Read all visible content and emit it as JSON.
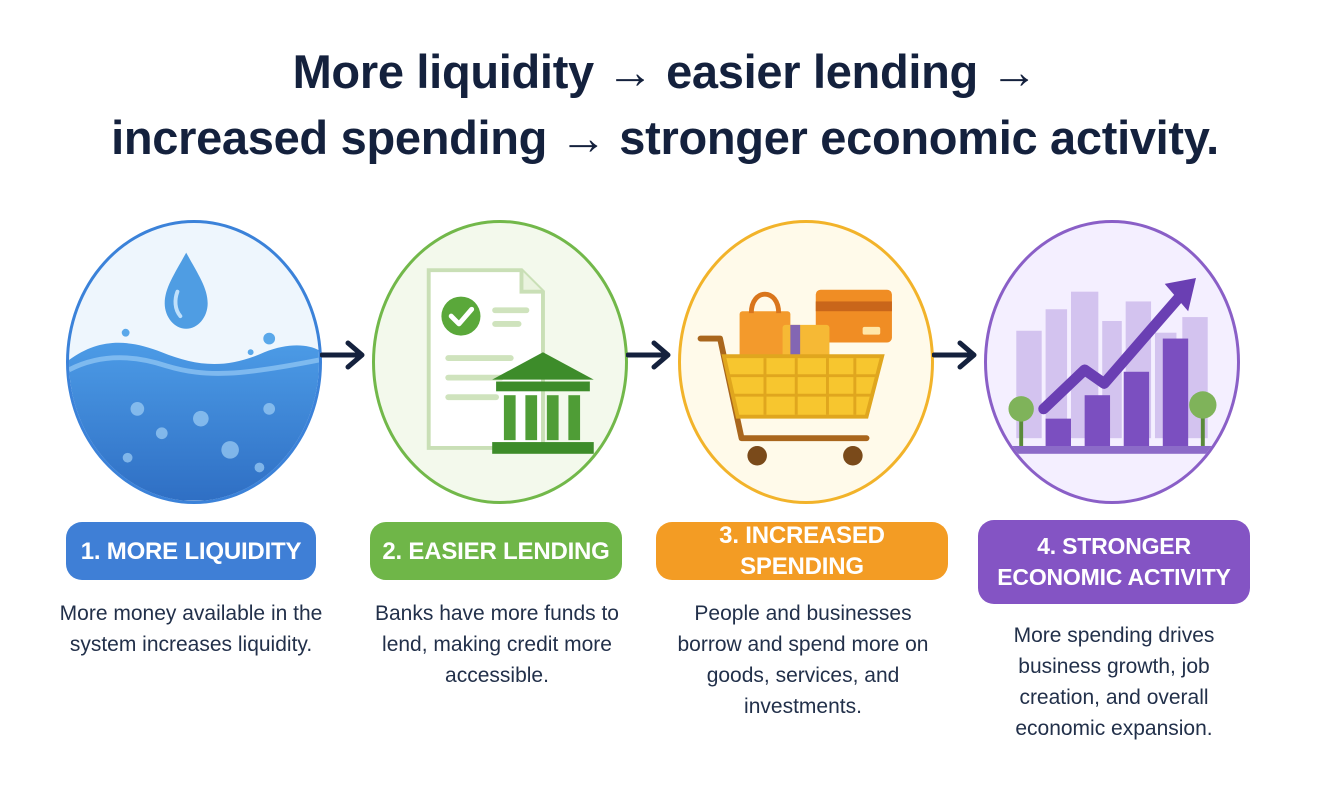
{
  "title": {
    "line1": "More liquidity → easier lending →",
    "line2": "increased spending → stronger economic activity."
  },
  "steps": [
    {
      "label": "1. MORE LIQUIDITY",
      "description": "More money available in the system increases liquidity.",
      "icon": "water-drop-icon",
      "color": "#3f7fd6"
    },
    {
      "label": "2. EASIER LENDING",
      "description": "Banks have more funds to lend, making credit more accessible.",
      "icon": "bank-document-icon",
      "color": "#6fb648"
    },
    {
      "label": "3. INCREASED SPENDING",
      "description": "People and businesses borrow and spend more on goods, services, and investments.",
      "icon": "shopping-cart-icon",
      "color": "#f39c24"
    },
    {
      "label": "4. STRONGER ECONOMIC ACTIVITY",
      "description": "More spending drives business growth, job creation, and overall economic expansion.",
      "icon": "growth-chart-icon",
      "color": "#8454c4"
    }
  ],
  "connector_icon": "arrow-right-icon",
  "arrow_color": "#14213d"
}
